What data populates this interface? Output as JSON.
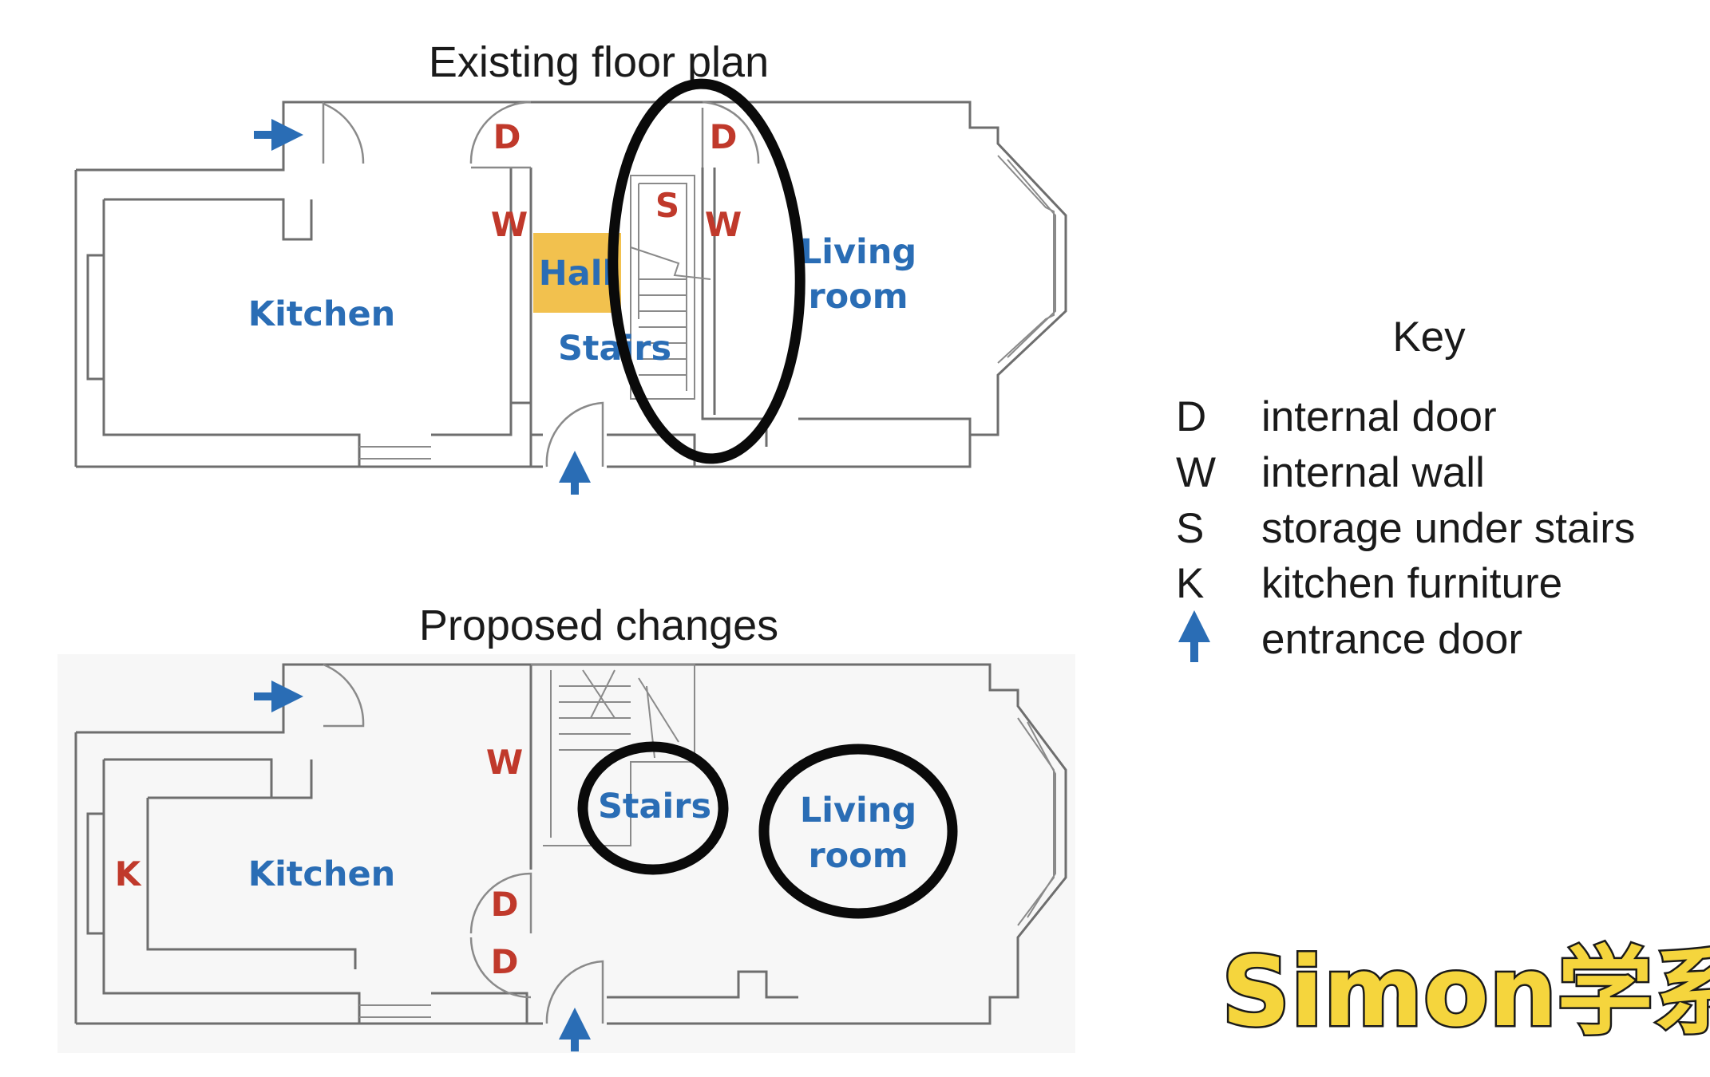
{
  "colors": {
    "room_label": "#2a6db5",
    "code_label": "#c0392b",
    "hall_fill": "#f2c14e",
    "arrow": "#2a6db5",
    "circle": "#0a0a0a",
    "logo_fill": "#f5d53d"
  },
  "existing": {
    "title": "Existing floor plan",
    "kitchen": "Kitchen",
    "hall": "Hall",
    "stairs": "Stairs",
    "living_line1": "Living",
    "living_line2": "room",
    "d_left": "D",
    "d_right": "D",
    "w_left": "W",
    "w_right": "W",
    "s": "S"
  },
  "proposed": {
    "title": "Proposed changes",
    "kitchen": "Kitchen",
    "stairs": "Stairs",
    "living_line1": "Living",
    "living_line2": "room",
    "w": "W",
    "k": "K",
    "d_upper": "D",
    "d_lower": "D"
  },
  "key": {
    "title": "Key",
    "items": [
      {
        "code": "D",
        "label": "internal door"
      },
      {
        "code": "W",
        "label": "internal wall"
      },
      {
        "code": "S",
        "label": "storage under stairs"
      },
      {
        "code": "K",
        "label": "kitchen furniture"
      },
      {
        "icon": "up-arrow-icon",
        "label": "entrance door"
      }
    ]
  },
  "watermark": {
    "text": "Simon学系列"
  }
}
